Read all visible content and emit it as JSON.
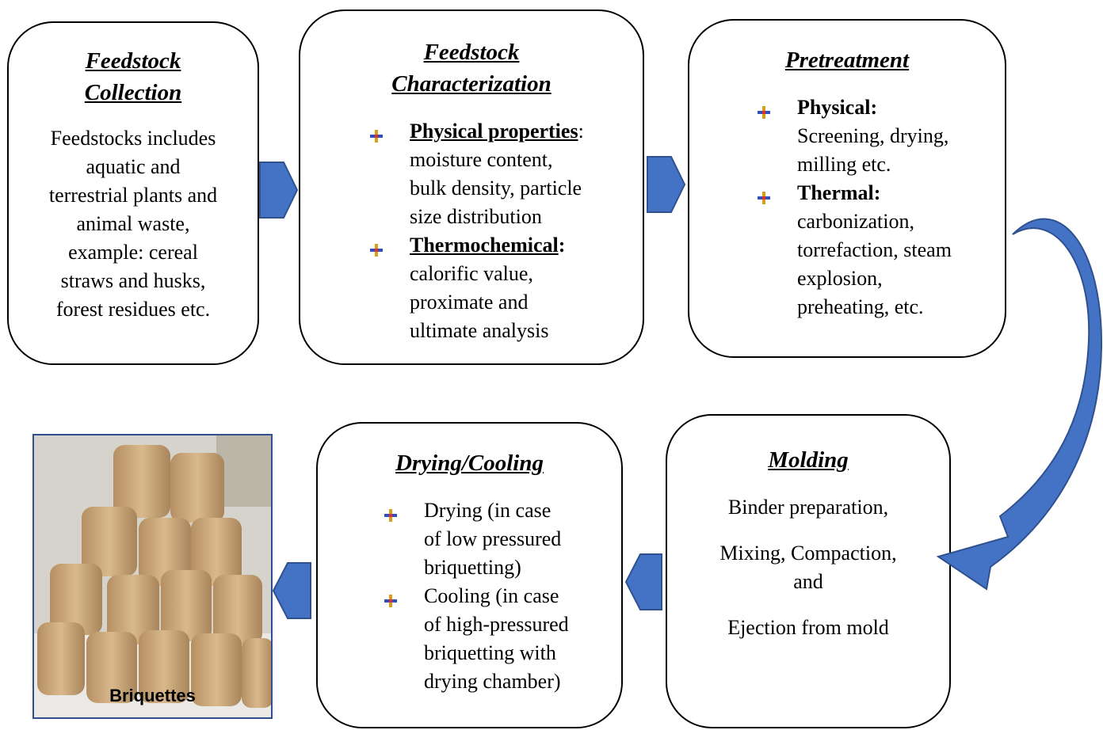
{
  "colors": {
    "arrow": "#4472c4",
    "arrow_dark": "#2f528f",
    "border": "#000000"
  },
  "boxes": {
    "collection": {
      "title_line1": "Feedstock",
      "title_line2": "Collection",
      "lines": [
        "Feedstocks includes",
        "aquatic and",
        "terrestrial plants and",
        "animal waste,",
        "example: cereal",
        "straws and husks,",
        "forest residues etc."
      ]
    },
    "characterization": {
      "title_line1": "Feedstock",
      "title_line2": "Characterization",
      "items": [
        {
          "heading": "Physical properties",
          "suffix": ":",
          "lines": [
            "moisture content,",
            "bulk density, particle",
            "size distribution"
          ]
        },
        {
          "heading": "Thermochemical",
          "suffix": ":",
          "lines": [
            "calorific value,",
            "proximate and",
            "ultimate analysis"
          ]
        }
      ]
    },
    "pretreatment": {
      "title": "Pretreatment",
      "items": [
        {
          "heading": "Physical:",
          "lines": [
            "Screening, drying,",
            "milling etc."
          ]
        },
        {
          "heading": "Thermal:",
          "lines": [
            "carbonization,",
            "torrefaction, steam",
            "explosion,",
            "preheating, etc."
          ]
        }
      ]
    },
    "molding": {
      "title": "Molding",
      "line1": "Binder preparation,",
      "line2": "Mixing, Compaction,",
      "line3": "and",
      "line4": "Ejection from mold"
    },
    "drying": {
      "title": "Drying/Cooling",
      "items": [
        {
          "lines": [
            "Drying (in case",
            "of low pressured",
            "briquetting)"
          ]
        },
        {
          "lines": [
            "Cooling (in case",
            "of high-pressured",
            "briquetting with",
            "drying chamber)"
          ]
        }
      ]
    }
  },
  "photo": {
    "label": "Briquettes"
  }
}
